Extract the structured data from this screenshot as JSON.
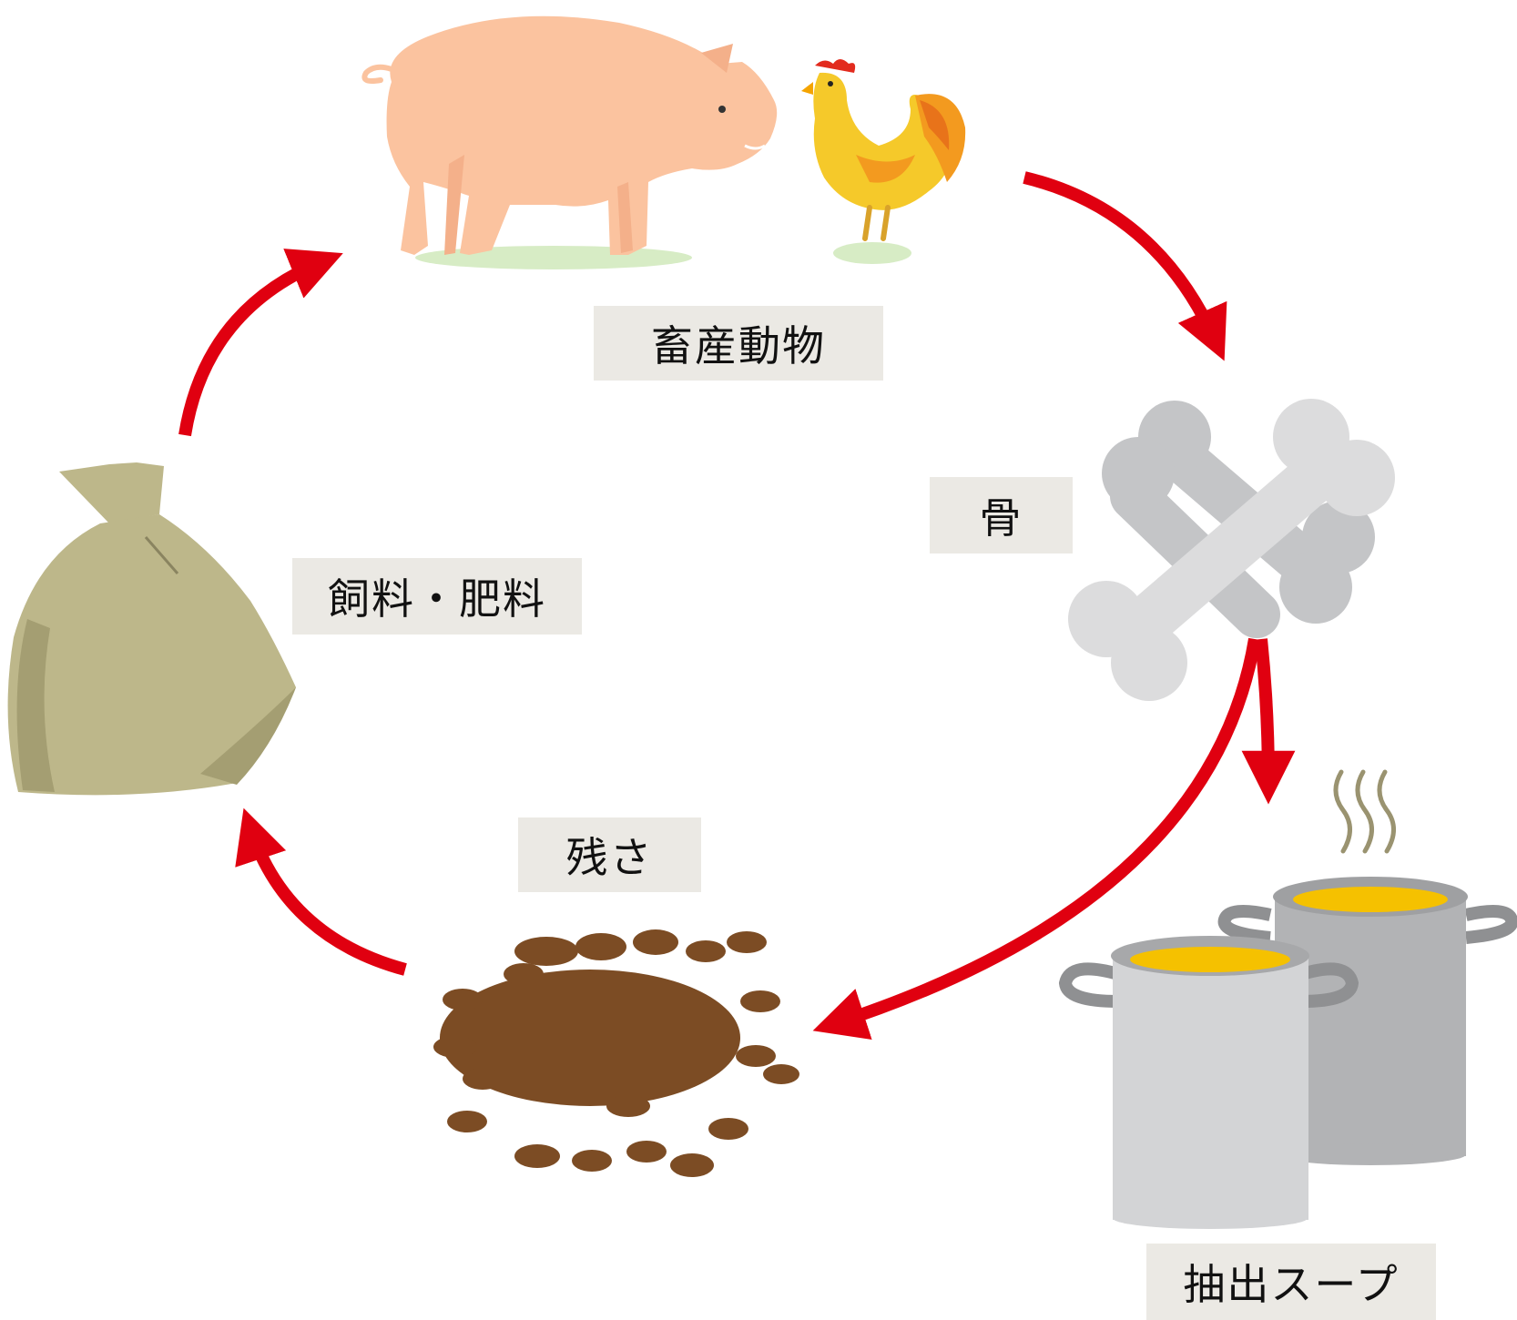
{
  "diagram": {
    "nodes": [
      {
        "id": "livestock",
        "label": "畜産動物",
        "icon": "pig-and-rooster"
      },
      {
        "id": "bone",
        "label": "骨",
        "icon": "bone-icon"
      },
      {
        "id": "soup",
        "label": "抽出スープ",
        "icon": "stock-pot-icon"
      },
      {
        "id": "residue",
        "label": "残さ",
        "icon": "residue-pile-icon"
      },
      {
        "id": "feed",
        "label": "飼料・肥料",
        "icon": "sack-icon"
      }
    ],
    "edges": [
      {
        "from": "livestock",
        "to": "bone"
      },
      {
        "from": "bone",
        "to": "soup"
      },
      {
        "from": "bone",
        "to": "residue"
      },
      {
        "from": "residue",
        "to": "feed"
      },
      {
        "from": "feed",
        "to": "livestock"
      }
    ],
    "colors": {
      "arrow": "#e00010",
      "label_bg": "#ebe9e4",
      "pig": "#fbc39f",
      "sack": "#bdb78a",
      "bone": "#cfd0d2",
      "pot": "#b9babc",
      "soup": "#f5c100",
      "residue": "#7c4c24",
      "grass": "#d7ecc5"
    }
  }
}
